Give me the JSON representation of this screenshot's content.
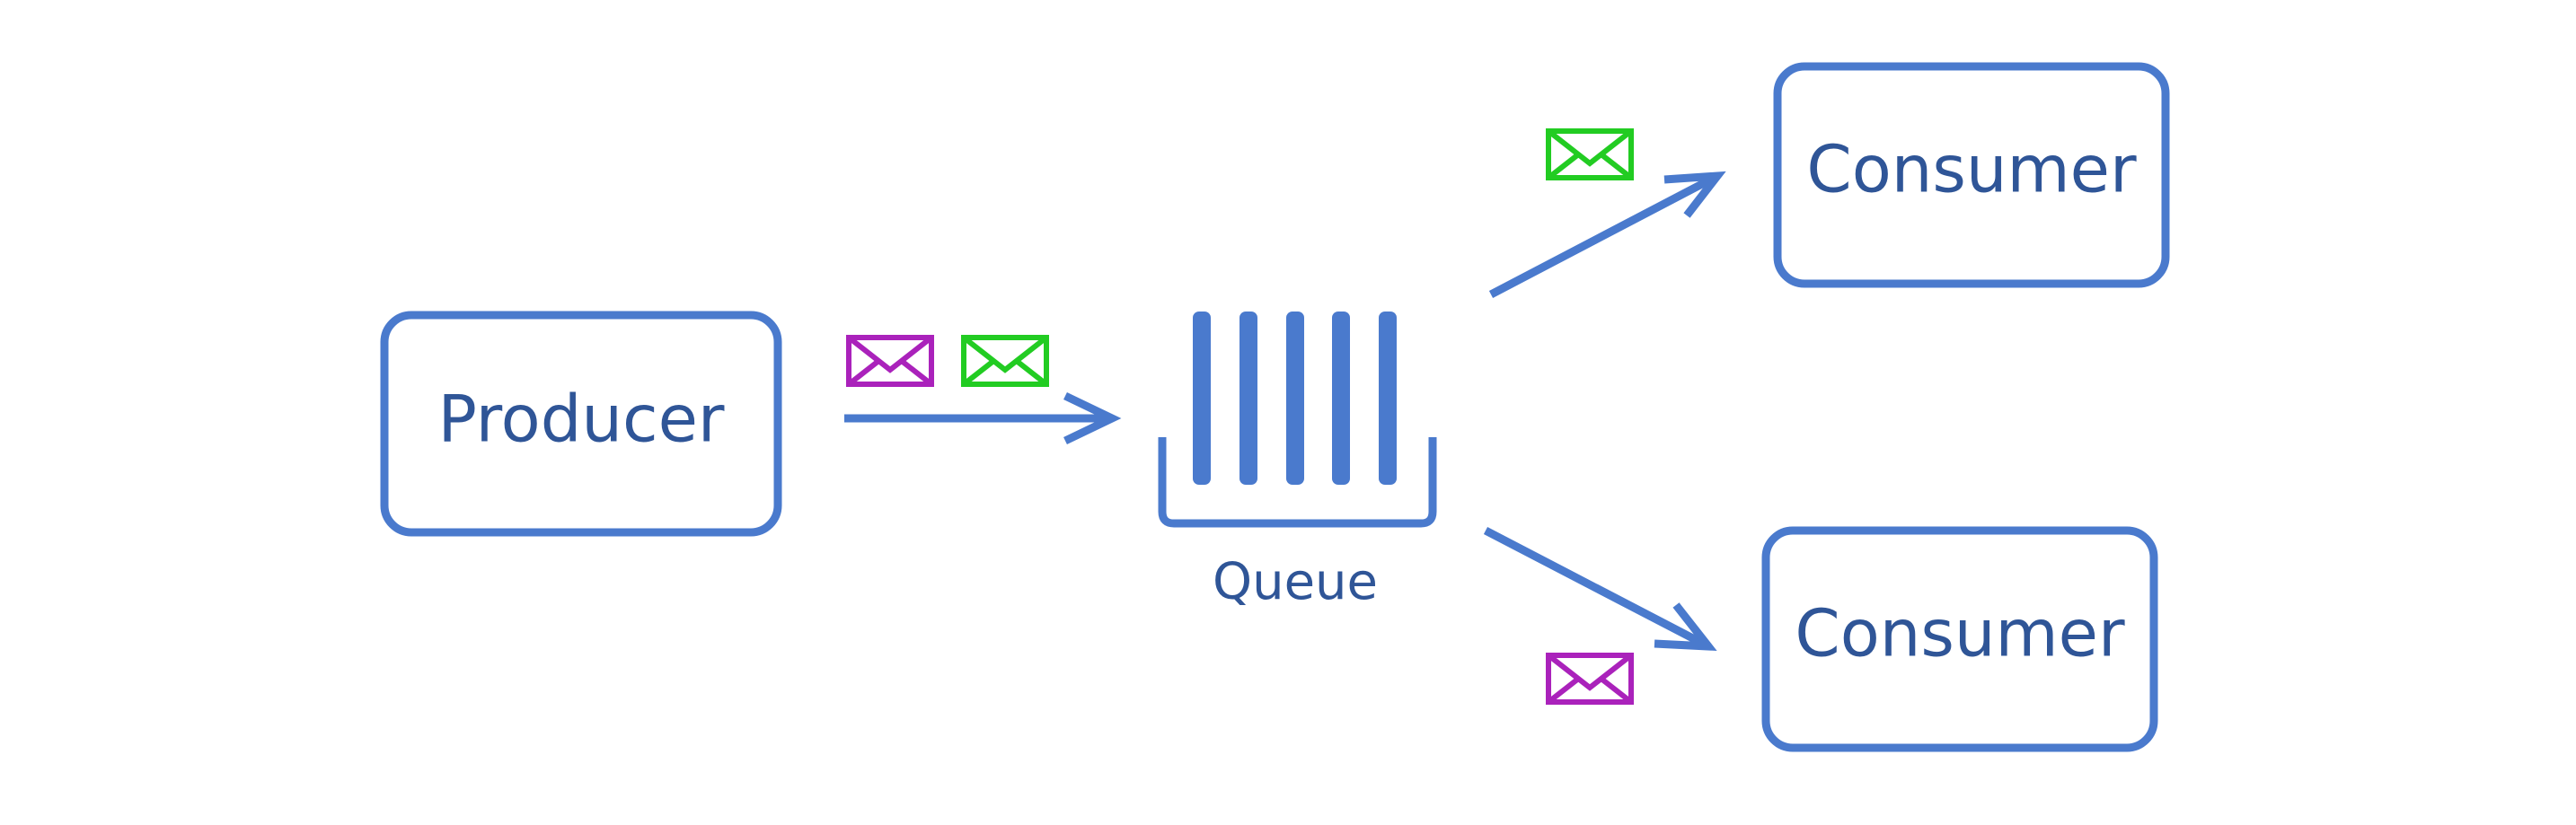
{
  "colors": {
    "shape": "#4a7acd",
    "text": "#2f5597",
    "message_green": "#22cc22",
    "message_purple": "#aa22bb",
    "background": "#ffffff"
  },
  "nodes": {
    "producer": {
      "label": "Producer"
    },
    "queue": {
      "label": "Queue"
    },
    "consumer_top": {
      "label": "Consumer"
    },
    "consumer_bottom": {
      "label": "Consumer"
    }
  },
  "messages": {
    "incoming": [
      {
        "color_name": "purple",
        "icon": "envelope-icon"
      },
      {
        "color_name": "green",
        "icon": "envelope-icon"
      }
    ],
    "to_consumer_top": {
      "color_name": "green",
      "icon": "envelope-icon"
    },
    "to_consumer_bottom": {
      "color_name": "purple",
      "icon": "envelope-icon"
    }
  },
  "edges": [
    {
      "from": "producer",
      "to": "queue"
    },
    {
      "from": "queue",
      "to": "consumer_top"
    },
    {
      "from": "queue",
      "to": "consumer_bottom"
    }
  ]
}
